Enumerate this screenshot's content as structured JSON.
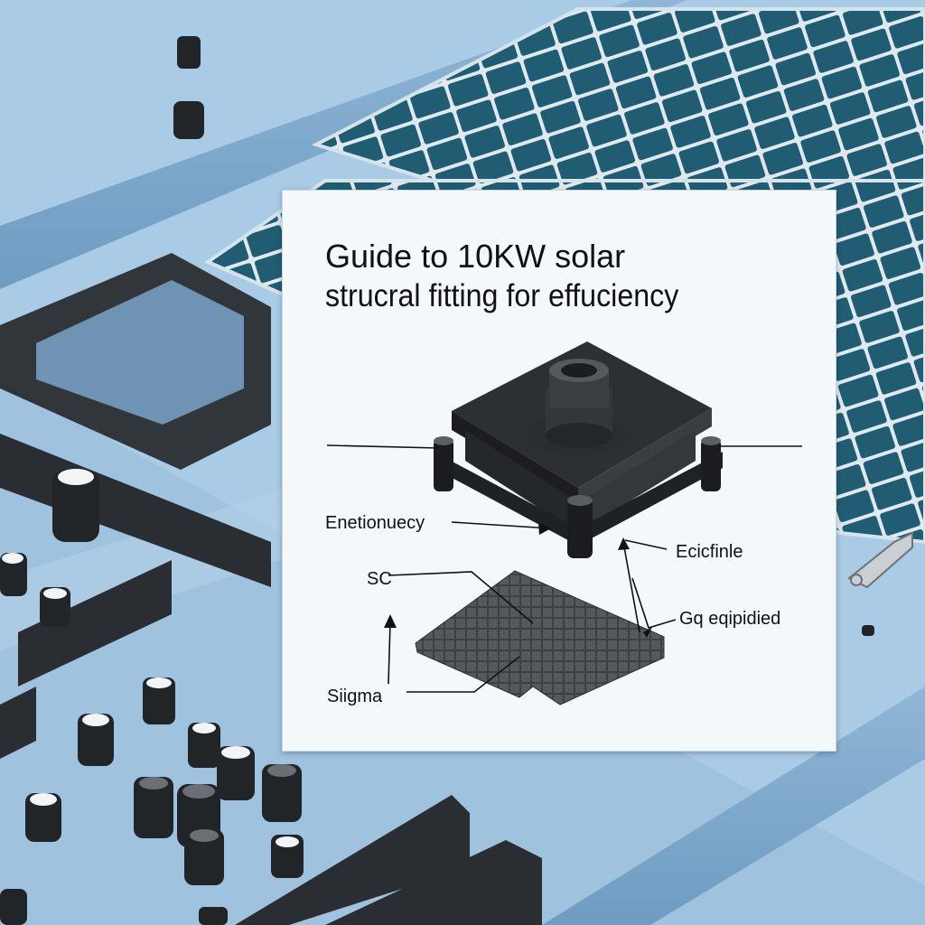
{
  "diagram": {
    "title": {
      "line1": "Guide to 10KW solar",
      "line2": "strucral fitting for effuciency"
    },
    "labels": {
      "left_top": "Enetionuecy",
      "right_top": "Ecicfinle",
      "sc": "SC",
      "right_bottom": "Gq eqipidied",
      "left_bottom": "Siigma"
    }
  },
  "colors": {
    "sky": "#a9cbe6",
    "panel_cell": "#1f5b70",
    "card_bg": "#f3f8fb",
    "metal_dark": "#2a2d31"
  }
}
